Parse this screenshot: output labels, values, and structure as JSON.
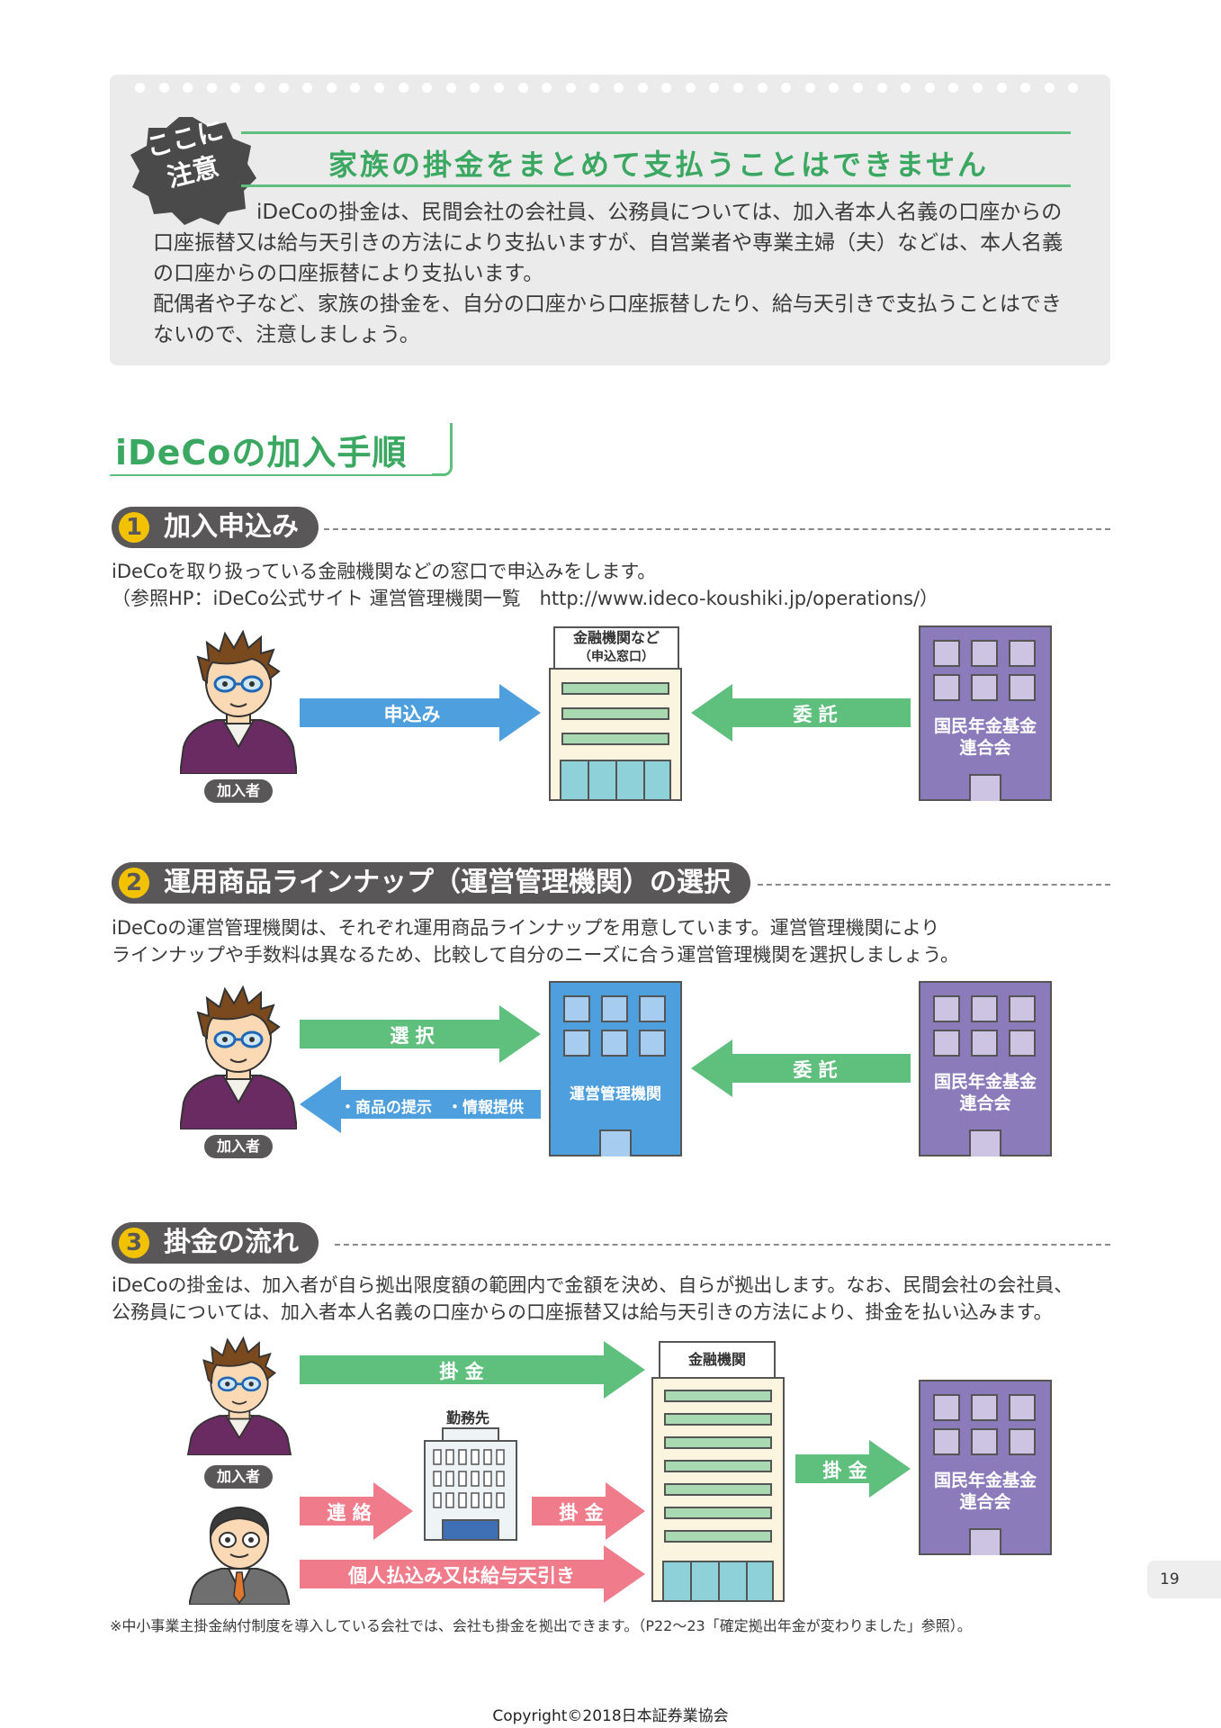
{
  "notice": {
    "badge_line1": "ここに",
    "badge_line2": "注意",
    "title": "家族の掛金をまとめて支払うことはできません",
    "body1": "　　　　　iDeCoの掛金は、民間会社の会社員、公務員については、加入者本人名義の口座からの口座振替又は給与天引きの方法により支払いますが、自営業者や専業主婦（夫）などは、本人名義の口座からの口座振替により支払います。",
    "body2": "配偶者や子など、家族の掛金を、自分の口座から口座振替したり、給与天引きで支払うことはできないので、注意しましょう。"
  },
  "section": {
    "title": "iDeCoの加入手順"
  },
  "step1": {
    "num": "1",
    "title": "加入申込み",
    "text1": "iDeCoを取り扱っている金融機関などの窓口で申込みをします。",
    "text2": "（参照HP：iDeCo公式サイト 運営管理機関一覧　http://www.ideco-koushiki.jp/operations/）",
    "person_label": "加入者",
    "arrow_left": "申込み",
    "arrow_right": "委 託",
    "bank_sign1": "金融機関など",
    "bank_sign2": "（申込窓口）",
    "kikin1": "国民年金基金",
    "kikin2": "連合会"
  },
  "step2": {
    "num": "2",
    "title": "運用商品ラインナップ（運営管理機関）の選択",
    "text1": "iDeCoの運営管理機関は、それぞれ運用商品ラインナップを用意しています。運営管理機関により",
    "text2": "ラインナップや手数料は異なるため、比較して自分のニーズに合う運営管理機関を選択しましょう。",
    "person_label": "加入者",
    "arrow_select": "選 択",
    "arrow_info": "・商品の提示　・情報提供",
    "arrow_right": "委 託",
    "unei": "運営管理機関",
    "kikin1": "国民年金基金",
    "kikin2": "連合会"
  },
  "step3": {
    "num": "3",
    "title": "掛金の流れ",
    "text1": "iDeCoの掛金は、加入者が自ら拠出限度額の範囲内で金額を決め、自らが拠出します。なお、民間会社の会社員、",
    "text2": "公務員については、加入者本人名義の口座からの口座振替又は給与天引きの方法により、掛金を払い込みます。",
    "person_label": "加入者",
    "arrow_top": "掛 金",
    "arrow_renraku": "連 絡",
    "arrow_kakekin_mid": "掛 金",
    "arrow_bottom": "個人払込み又は給与天引き",
    "arrow_right": "掛 金",
    "office_label": "勤務先",
    "bank_sign": "金融機関",
    "kikin1": "国民年金基金",
    "kikin2": "連合会"
  },
  "footnote": "※中小事業主掛金納付制度を導入している会社では、会社も掛金を拠出できます。（P22～23「確定拠出年金が変わりました」参照）。",
  "page_number": "19",
  "copyright": "Copyright©2018日本証券業協会",
  "colors": {
    "green": "#5fbf7d",
    "blue": "#4d9fdd",
    "pink": "#f07b8a",
    "purple": "#8b7bbb",
    "dark": "#595757"
  }
}
